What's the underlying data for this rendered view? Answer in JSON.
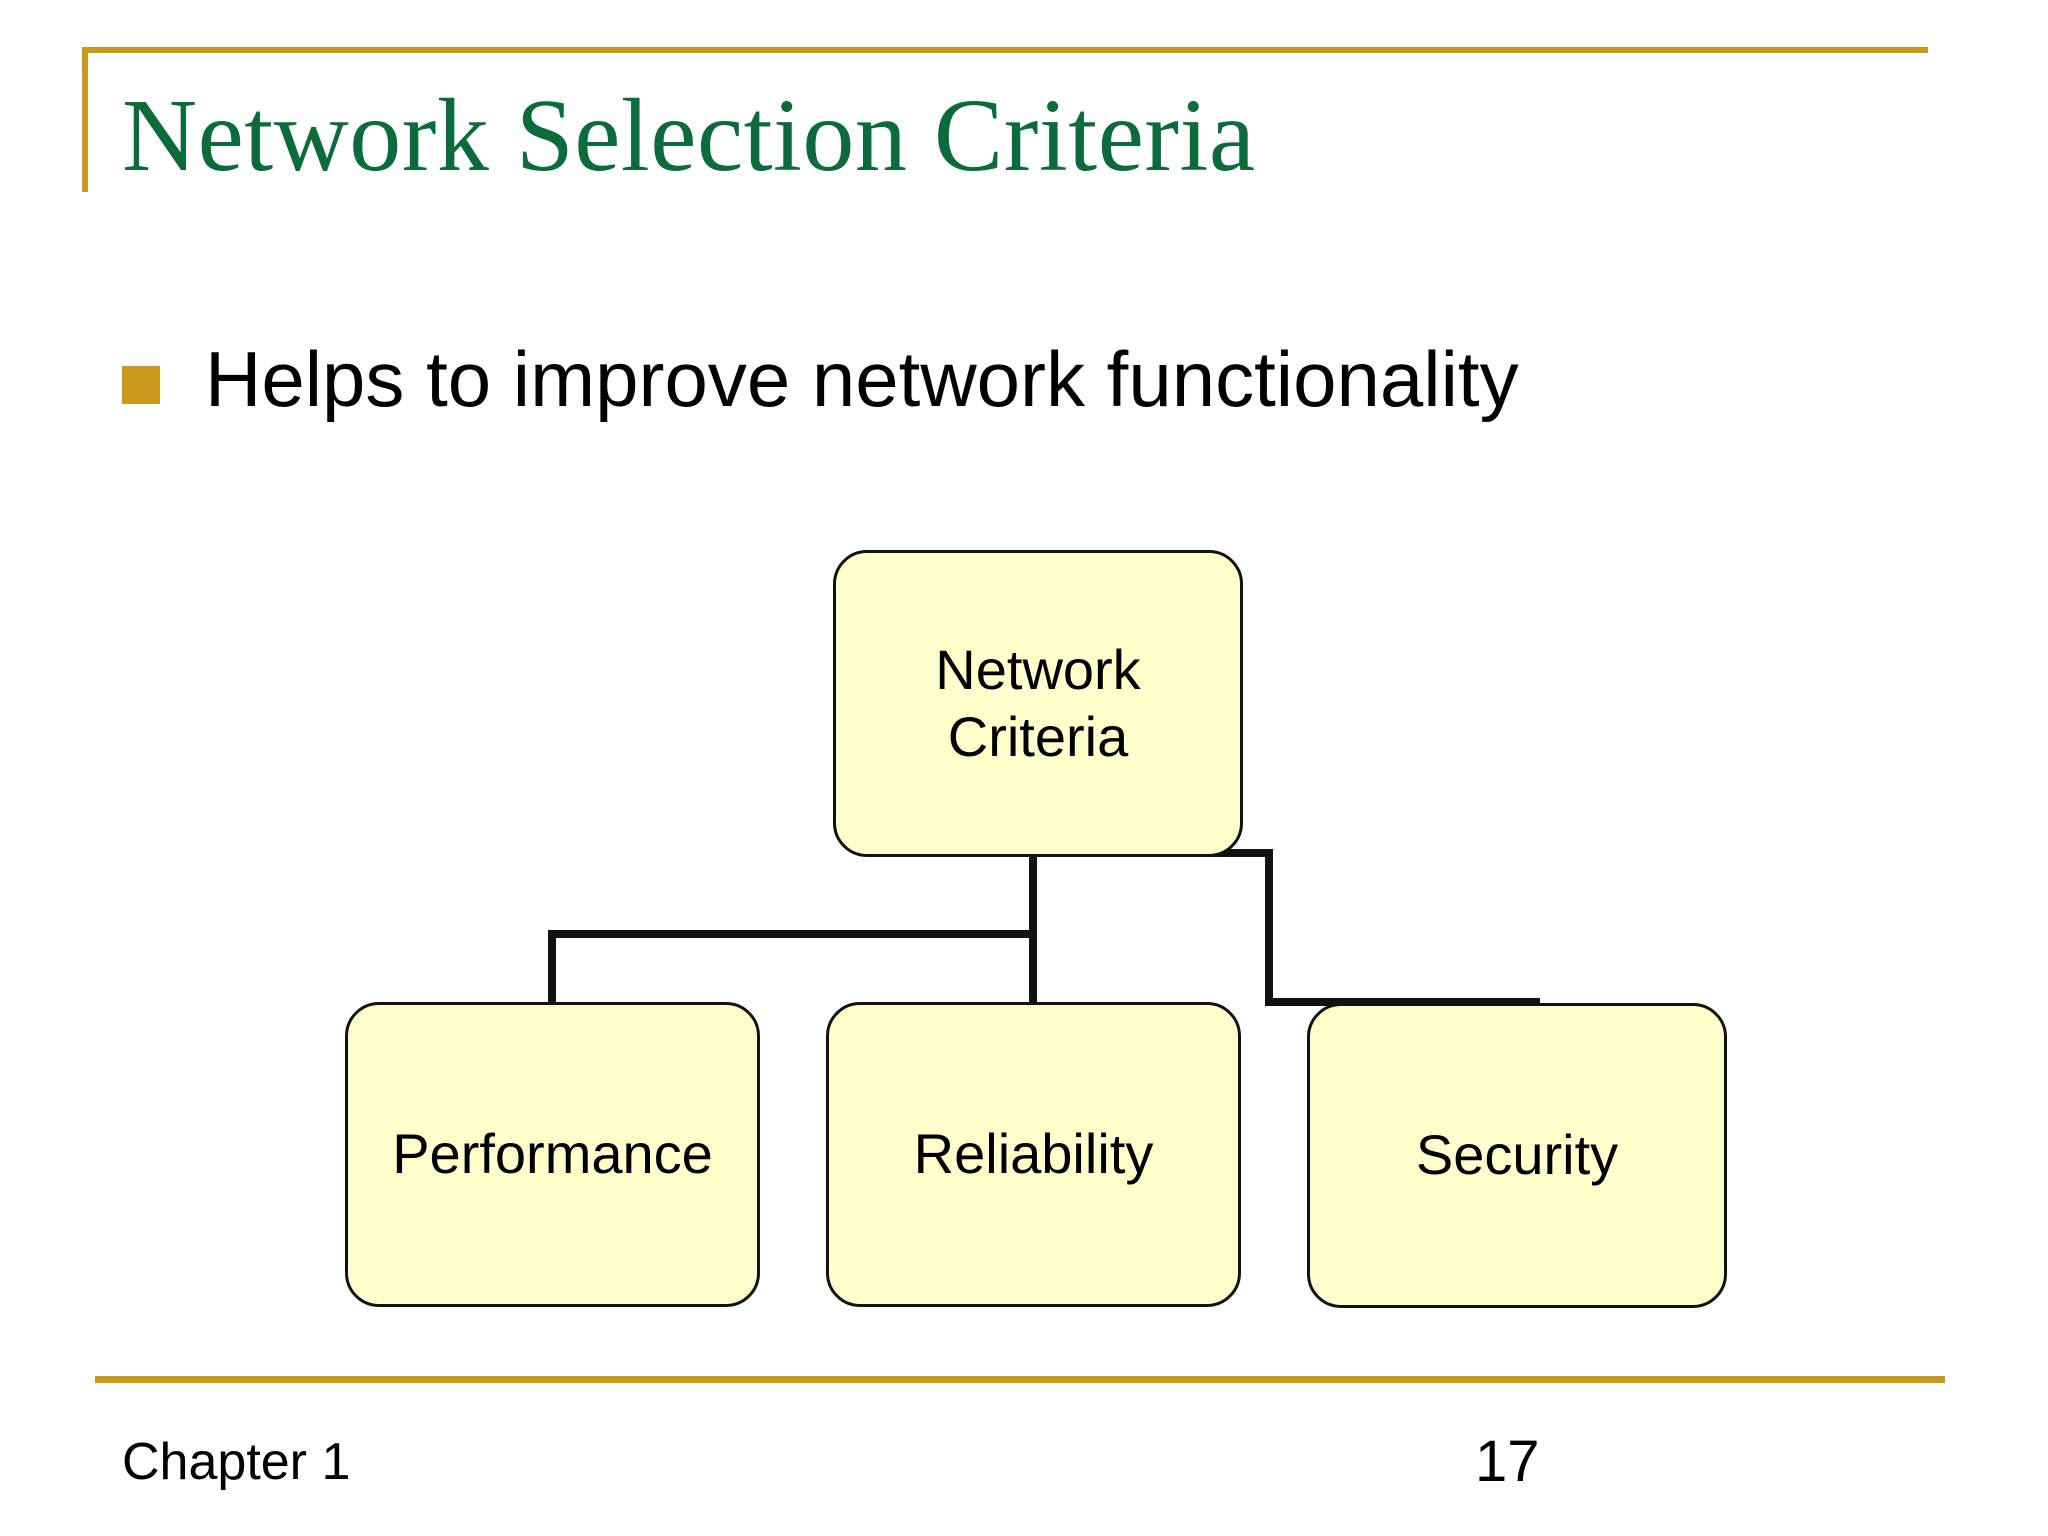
{
  "slide": {
    "title": "Network Selection Criteria",
    "title_color": "#0b6b3a",
    "accent_color": "#c9991a",
    "background_color": "#ffffff"
  },
  "body": {
    "bullets": [
      {
        "marker": "square-bullet",
        "text": "Helps to improve network functionality"
      }
    ]
  },
  "diagram": {
    "type": "hierarchy",
    "node_fill": "#ffffcc",
    "node_border": "#121212",
    "root": {
      "label": "Network Criteria",
      "line1": "Network",
      "line2": "Criteria"
    },
    "children": [
      {
        "label": "Performance"
      },
      {
        "label": "Reliability"
      },
      {
        "label": "Security"
      }
    ]
  },
  "footer": {
    "left": "Chapter 1",
    "page_number": "17"
  }
}
